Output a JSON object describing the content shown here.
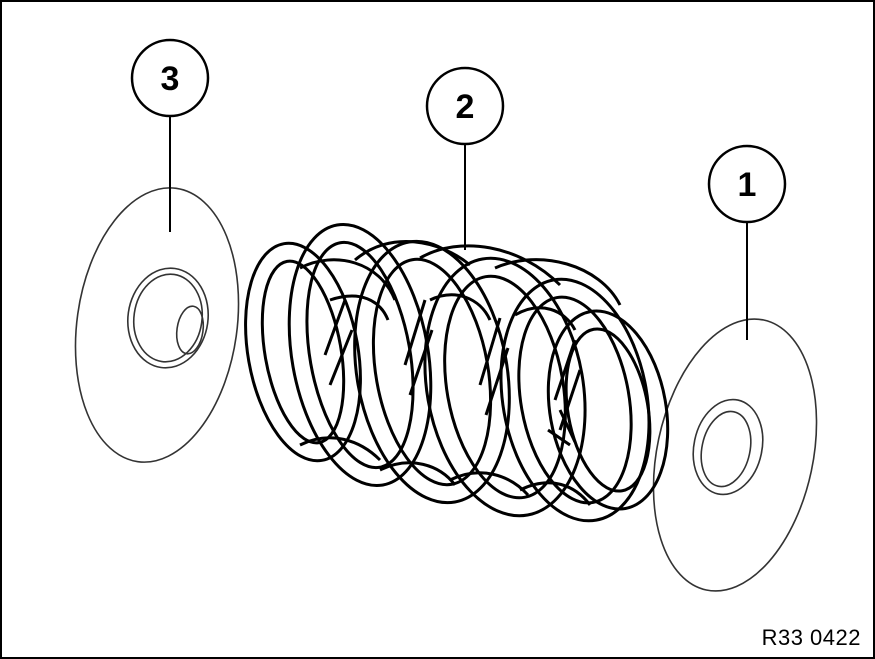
{
  "callouts": [
    {
      "id": "1",
      "label": "1"
    },
    {
      "id": "2",
      "label": "2"
    },
    {
      "id": "3",
      "label": "3"
    }
  ],
  "reference_code": "R33 0422",
  "colors": {
    "line": "#000000",
    "thin_line": "#333333",
    "background": "#ffffff"
  }
}
